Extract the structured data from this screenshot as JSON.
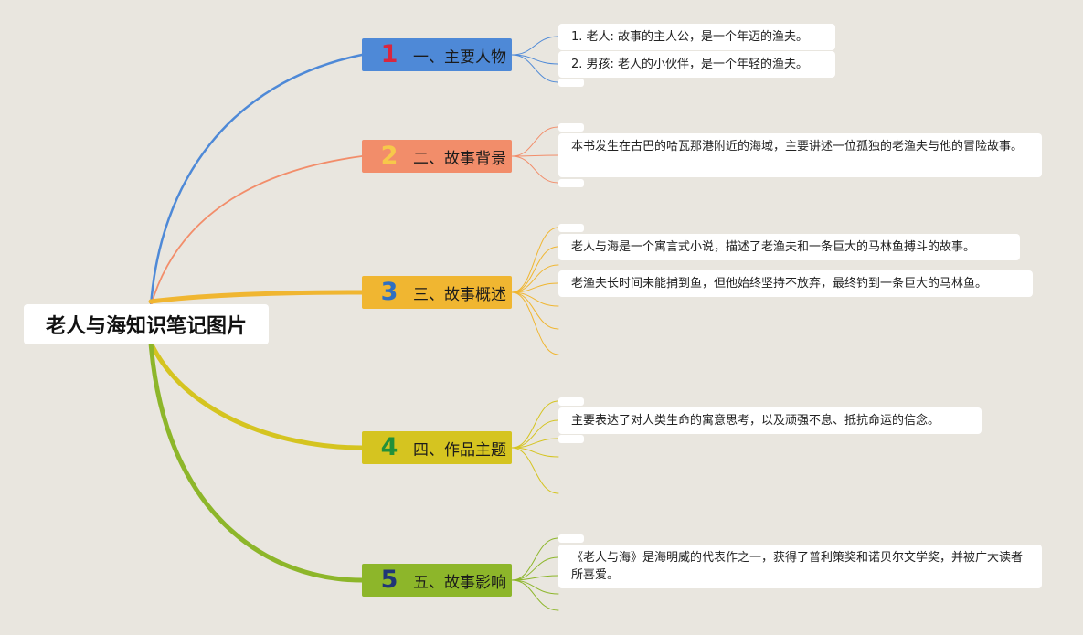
{
  "root": {
    "title": "老人与海知识笔记图片"
  },
  "branches": [
    {
      "num": "1",
      "label": "一、主要人物",
      "color": "#4e89d7",
      "numColor": "#d8263f",
      "notes": [
        "1. 老人: 故事的主人公，是一个年迈的渔夫。",
        "2. 男孩: 老人的小伙伴，是一个年轻的渔夫。"
      ]
    },
    {
      "num": "2",
      "label": "二、故事背景",
      "color": "#f28d6a",
      "numColor": "#f7c84a",
      "notes": [
        "本书发生在古巴的哈瓦那港附近的海域，主要讲述一位孤独的老渔夫与他的冒险故事。"
      ]
    },
    {
      "num": "3",
      "label": "三、故事概述",
      "color": "#f0b631",
      "numColor": "#2f6fc2",
      "notes": [
        "老人与海是一个寓言式小说，描述了老渔夫和一条巨大的马林鱼搏斗的故事。",
        "老渔夫长时间未能捕到鱼，但他始终坚持不放弃，最终钓到一条巨大的马林鱼。"
      ]
    },
    {
      "num": "4",
      "label": "四、作品主题",
      "color": "#d5c420",
      "numColor": "#22903a",
      "notes": [
        "主要表达了对人类生命的寓意思考，以及顽强不息、抵抗命运的信念。"
      ]
    },
    {
      "num": "5",
      "label": "五、故事影响",
      "color": "#8db62a",
      "numColor": "#1f3577",
      "notes": [
        "《老人与海》是海明威的代表作之一，获得了普利策奖和诺贝尔文学奖，并被广大读者所喜爱。"
      ]
    }
  ]
}
